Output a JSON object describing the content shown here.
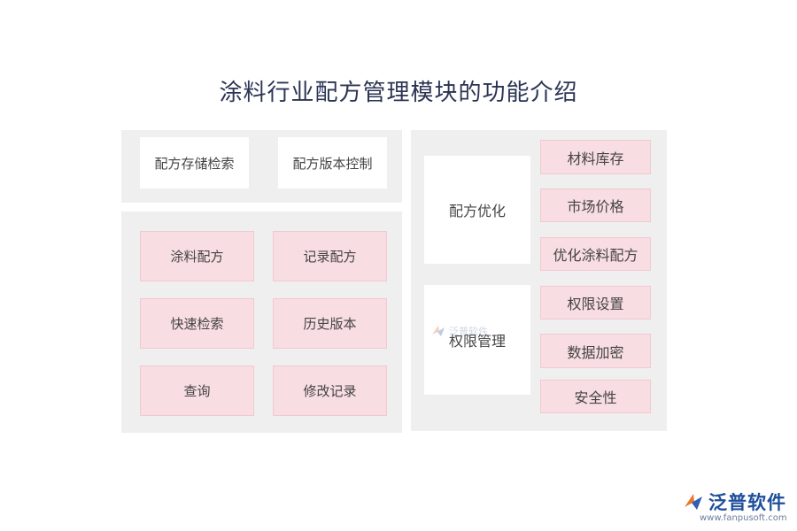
{
  "title": "涂料行业配方管理模块的功能介绍",
  "left_top": {
    "items": [
      "配方存储检索",
      "配方版本控制"
    ]
  },
  "left_bottom": {
    "items": [
      "涂料配方",
      "记录配方",
      "快速检索",
      "历史版本",
      "查询",
      "修改记录"
    ]
  },
  "right": {
    "group1": {
      "label": "配方优化",
      "items": [
        "材料库存",
        "市场价格",
        "优化涂料配方"
      ]
    },
    "group2": {
      "label": "权限管理",
      "items": [
        "权限设置",
        "数据加密",
        "安全性"
      ]
    }
  },
  "watermark": {
    "text": "泛普软件"
  },
  "logo": {
    "name": "泛普软件",
    "url": "www.fanpusoft.com"
  }
}
